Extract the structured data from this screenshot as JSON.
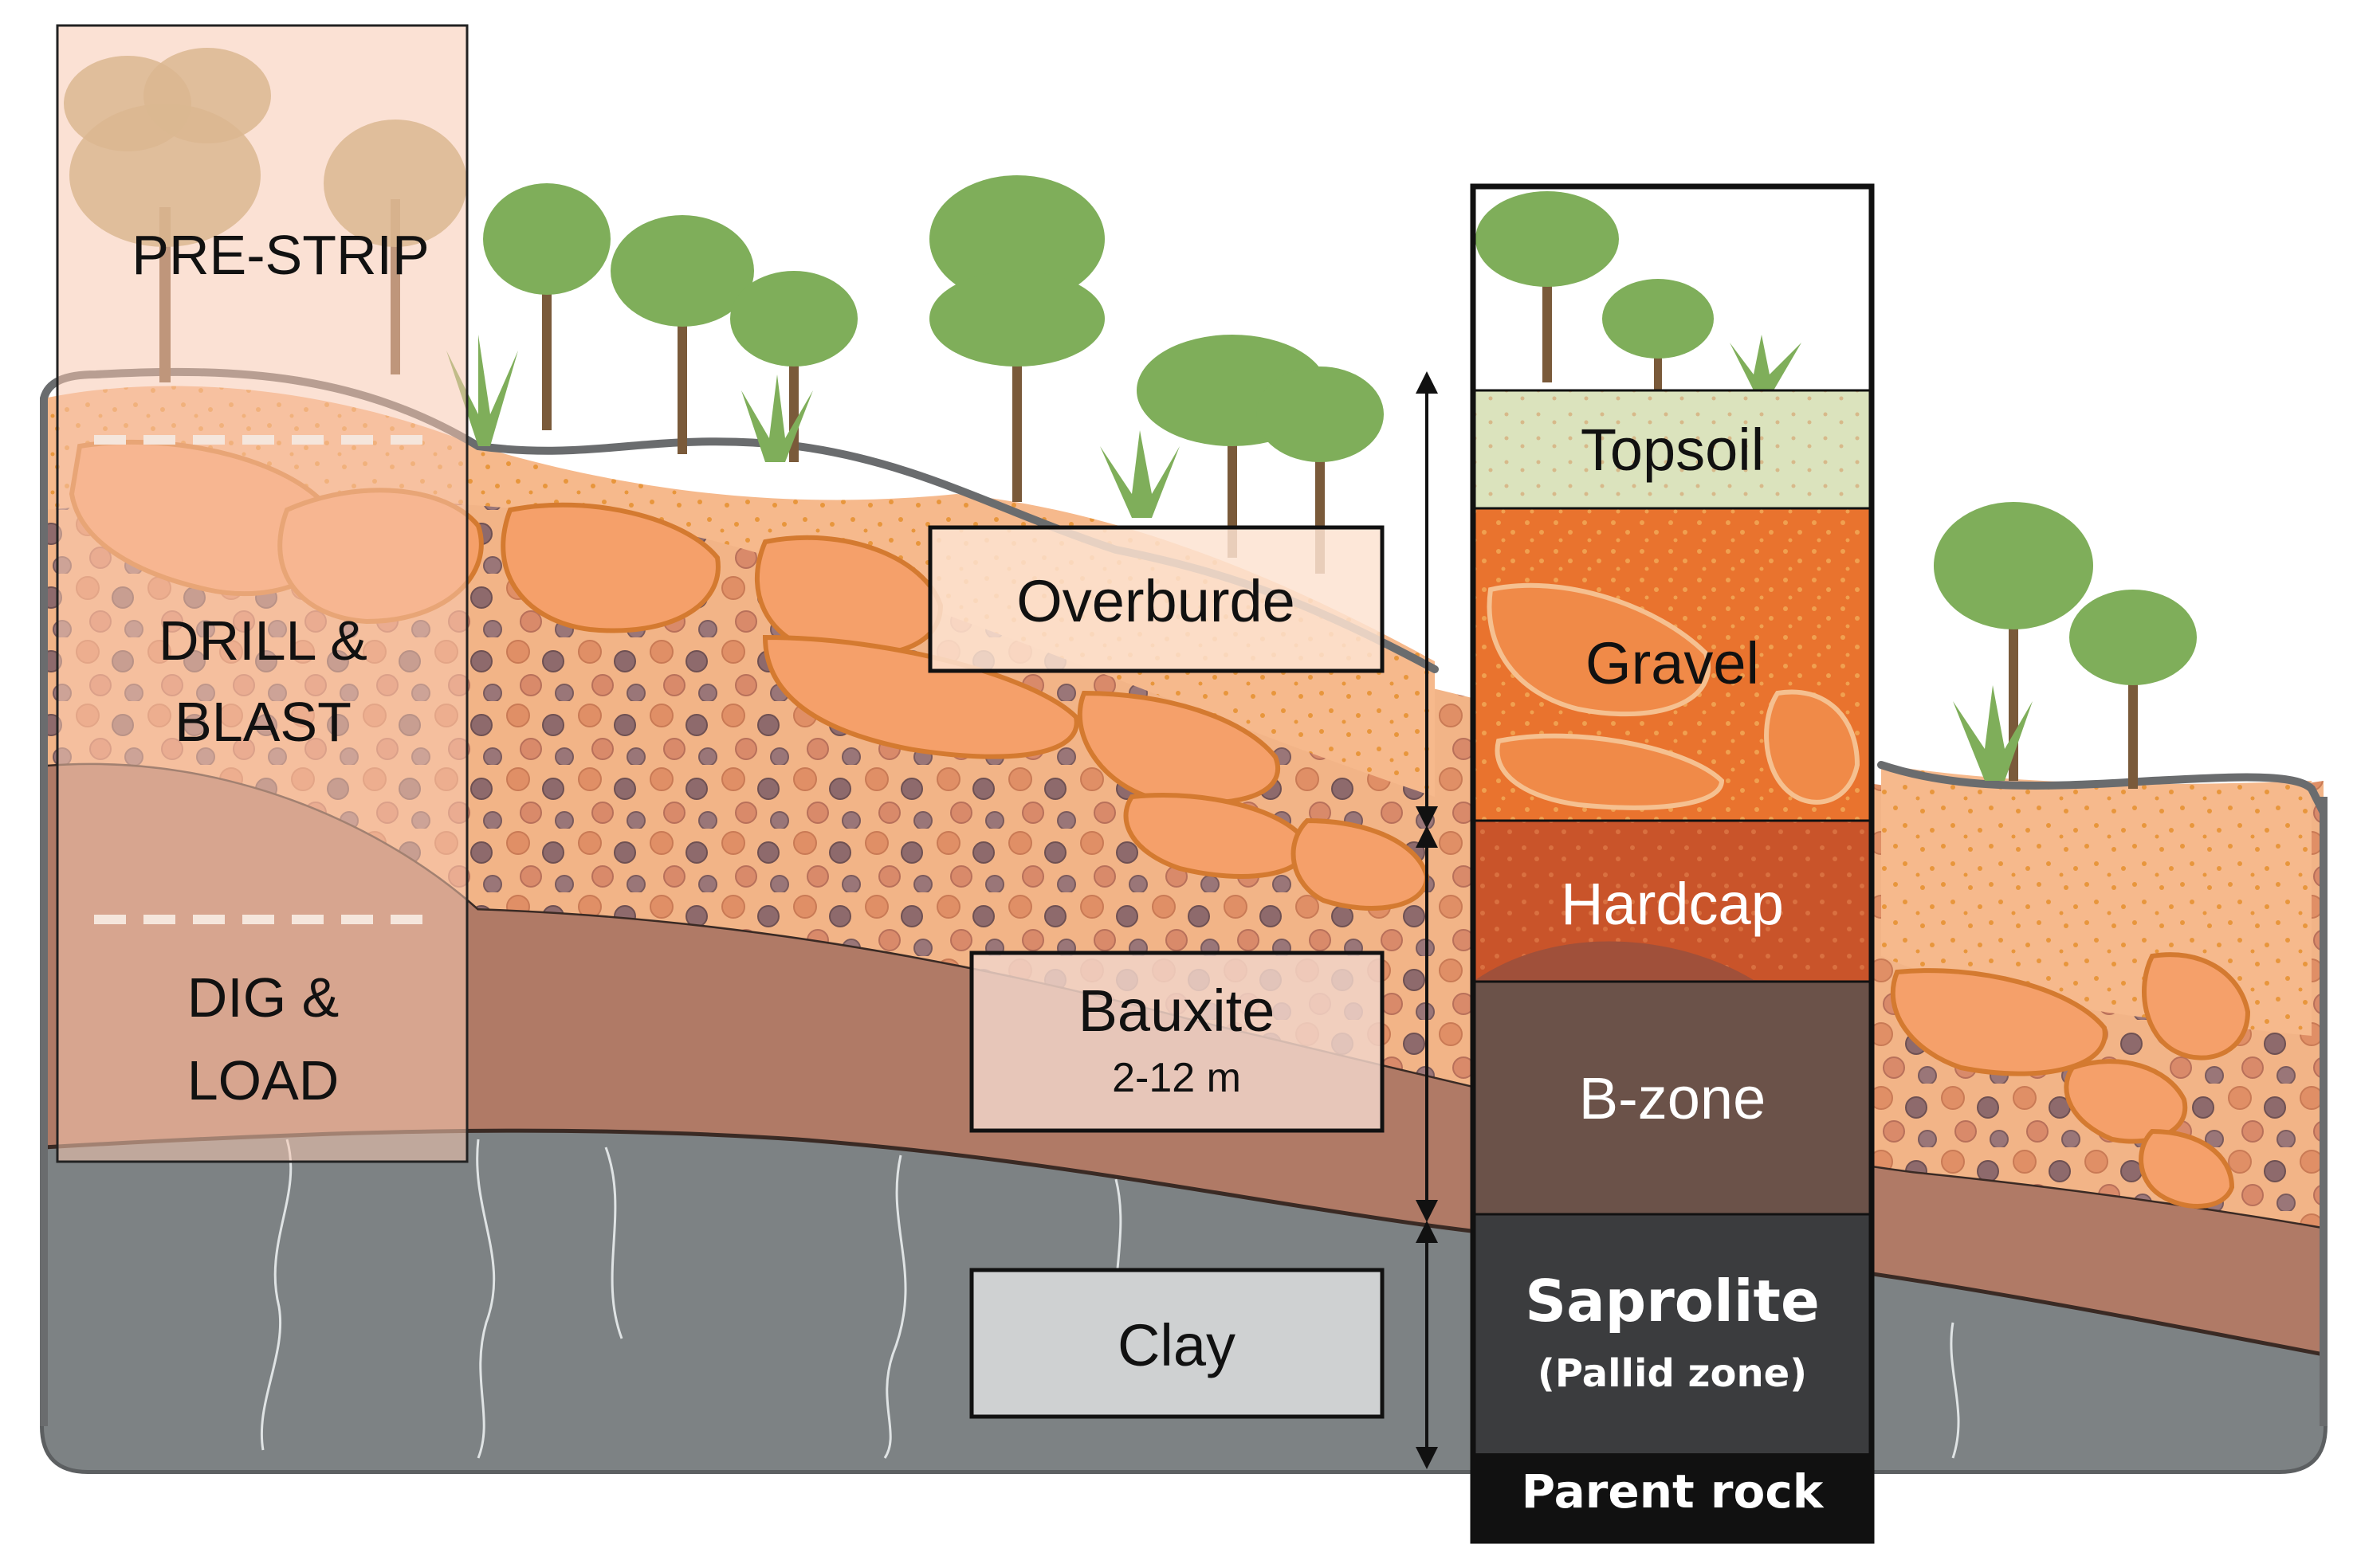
{
  "stages": {
    "pre_strip": "PRE-STRIP",
    "drill_blast_line1": "DRILL &",
    "drill_blast_line2": "BLAST",
    "dig_load_line1": "DIG &",
    "dig_load_line2": "LOAD"
  },
  "callouts": {
    "overburden": "Overburde",
    "bauxite": "Bauxite",
    "bauxite_thickness": "2-12 m",
    "clay": "Clay"
  },
  "profile": {
    "topsoil": "Topsoil",
    "gravel": "Gravel",
    "hardcap": "Hardcap",
    "bzone": "B-zone",
    "saprolite": "Saprolite",
    "pallid": "(Pallid zone)",
    "parent_rock": "Parent rock"
  },
  "colors": {
    "topsoil": "#d9e4bf",
    "gravel": "#e9732e",
    "hardcap": "#c9542a",
    "bzone": "#6b5249",
    "saprolite": "#3b3c3e",
    "parent_rock": "#111111",
    "overlay": "#f8c8b0",
    "bedrock": "#7d8284",
    "tree_green": "#7fae5a",
    "trunk": "#7a5a3a"
  }
}
